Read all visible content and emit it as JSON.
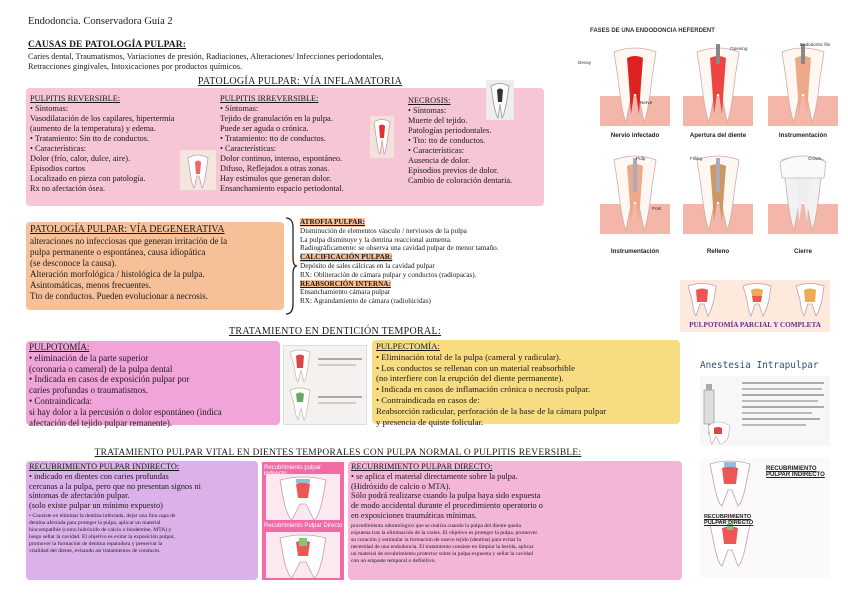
{
  "doc_title": "Endodoncia. Conservadora Guía 2",
  "causas": {
    "heading": "CAUSAS DE PATOLOGÍA PULPAR:",
    "line1": "Caries dental, Traumatismos, Variaciones de presión, Radiaciones, Alteraciones/ Infecciones periodontales,",
    "line2": "Retracciones gingivales, Intoxicaciones por productos químicos."
  },
  "inflamatoria": {
    "heading": "PATOLOGÍA PULPAR: VÍA INFLAMATORIA",
    "reversible": {
      "title": "PULPITIS REVERSIBLE:",
      "lines": [
        "• Síntomas:",
        "Vasodilatación de los capilares, hipertermia",
        "(aumento de la temperatura) y edema.",
        "• Tratamiento: Sin tto de conductos.",
        "• Características:",
        "Dolor (frío, calor, dulce, aire).",
        "Episodios cortos",
        "Localizado en pieza con patología.",
        "Rx no afectación ósea."
      ]
    },
    "irreversible": {
      "title": "PULPITIS IRREVERSIBLE:",
      "lines": [
        "• Síntomas:",
        "Tejido de granulación en la pulpa.",
        "Puede ser aguda o crónica.",
        "• Tratamiento: tto de conductos.",
        "• Características:",
        "Dolor continuo, intenso, espontáneo.",
        "Difuso, Reflejados a otras zonas.",
        "Hay estímulos que generan dolor.",
        "Ensanchamiento espacio periodontal."
      ]
    },
    "necrosis": {
      "title": "NECROSIS:",
      "lines": [
        "• Síntomas:",
        "Muerte del tejido.",
        "Patologías periodontales.",
        "• Tto: tto de conductos.",
        "• Características:",
        "Ausencia de dolor.",
        "Episodios previos de dolor.",
        "Cambio de coloración dentaria."
      ]
    }
  },
  "degenerativa": {
    "heading": "PATOLOGÍA PULPAR: VÍA DEGENERATIVA",
    "lines": [
      "alteraciones no infecciosas que generan irritación de la",
      "pulpa permanente o espontánea, causa idiopática",
      "(se desconoce la causa).",
      "Alteración morfológica / histológica de la pulpa.",
      "Asintomáticas, menos frecuentes.",
      "Tto de conductos. Pueden evolucionar a necrosis."
    ],
    "atrofia_title": "ATROFIA PULPAR:",
    "atrofia_lines": [
      "Disminución de elementos vásculo / nerviosos de la pulpa",
      "La pulpa disminuye y la dentina reaccional aumenta.",
      "Radiográficamente: se observa una cavidad pulpar de menor tamaño."
    ],
    "calcif_title": "CALCIFICACIÓN PULPAR:",
    "calcif_lines": [
      "Depósito de sales cálcicas en la cavidad pulpar",
      "RX: Obliteración de cámara pulpar y conductos (radiopacas)."
    ],
    "reabs_title": "REABSORCIÓN INTERNA:",
    "reabs_lines": [
      "Ensanchamiento cámara pulpar",
      "RX: Agrandamiento de cámara (radiolúcidas)"
    ]
  },
  "temporal": {
    "heading": "TRATAMIENTO EN DENTICIÓN TEMPORAL:",
    "pulpotomia": {
      "title": "PULPOTOMÍA:",
      "lines": [
        "• eliminación de la parte superior",
        "(coronaria o cameral) de la pulpa dental",
        "• Indicada en casos de exposición pulpar por",
        "caries profundas o traumatismos.",
        "• Contraindicada:",
        "si hay dolor a la percusión o dolor espontáneo (indica",
        "afectación del tejido pulpar remanente)."
      ]
    },
    "pulpectomia": {
      "title": "PULPECTOMÍA:",
      "lines": [
        "• Eliminación total de la pulpa (cameral y radicular).",
        "• Los conductos se rellenan con un material reabsorbible",
        "(no interfiere con la erupción del diente permanente).",
        "• Indicada en casos de inflamación crónica o necrosis pulpar.",
        "• Contraindicada en casos de:",
        "Reabsorción radicular, perforación de la base de la cámara pulpar",
        "y presencia de quiste folicular."
      ]
    }
  },
  "vital": {
    "heading": "TRATAMIENTO PULPAR VITAL EN DIENTES TEMPORALES CON PULPA NORMAL O PULPITIS REVERSIBLE:",
    "indirecto": {
      "title": "RECUBRIMIENTO PULPAR INDIRECTO:",
      "lines": [
        "• indicado en dientes con caries profundas",
        "cercanas a la pulpa, pero que no presentan signos ni",
        "síntomas de afectación pulpar.",
        "(solo existe pulpar un mínimo expuesto)"
      ],
      "small": [
        "• Consiste en eliminar la dentina infectada, dejar una fina capa de",
        "dentina afectada para proteger la pulpa, aplicar un material",
        "biocompatible (como hidróxido de calcio o biodentine, MTA) y",
        "luego sellar la cavidad. El objetivo es evitar la exposición pulpar,",
        "promover la formación de dentina reparadora y preservar la",
        "vitalidad del diente, evitando así tratamientos de conducto."
      ]
    },
    "directo": {
      "title": "RECUBRIMIENTO PULPAR DIRECTO:",
      "lines": [
        "• se aplica el material directamente sobre la pulpa.",
        "(Hidróxido de calcio o MTA).",
        "Sólo podrá realizarse cuando la pulpa haya sido expuesta",
        "de modo accidental durante el procedimiento operatorio o",
        "en exposiciones traumáticas mínimas."
      ],
      "small": [
        "procedimiento odontológico que se realiza cuando la pulpa del diente queda",
        "expuesta tras la eliminación de la caries. El objetivo es proteger la pulpa, promover",
        "su curación y estimular la formación de nuevo tejido (dentina) para evitar la",
        "necesidad de una endodoncia. El tratamiento consiste en limpiar la herida, aplicar",
        "un material de recubrimiento protector sobre la pulpa expuesta y sellar la cavidad",
        "con un empaste temporal o definitivo."
      ]
    }
  },
  "figures": {
    "fases_title": "FASES DE UNA ENDODONCIA HEFERDENT",
    "fase_caps": [
      "Nervio infectado",
      "Apertura del diente",
      "Instrumentación",
      "Instrumentación",
      "Relleno",
      "Cierre"
    ],
    "fase_labels": [
      "Opening",
      "Endodontic file",
      "Pulp",
      "Post",
      "Filling",
      "Crown",
      "Nerve",
      "Decay"
    ],
    "pulpotomia_caption": "PULPOTOMÍA PARCIAL Y COMPLETA",
    "anestesia_title": "Anestesia Intrapulpar",
    "rec_ind_label": "Recubrimiento pulpar indirecto",
    "rec_dir_label": "Recubrimiento Pulpar Directo",
    "rec_ind_label2": "RECUBRIMIENTO PULPAR INDIRECTO",
    "rec_dir_label2": "RECUBRIMIENTO PULPAR DIRECTO"
  },
  "colors": {
    "pink": "#f6c6d4",
    "orange": "#f6c199",
    "magenta": "#f0a4d8",
    "yellow": "#f7dc82",
    "violet": "#dcb1e9"
  }
}
